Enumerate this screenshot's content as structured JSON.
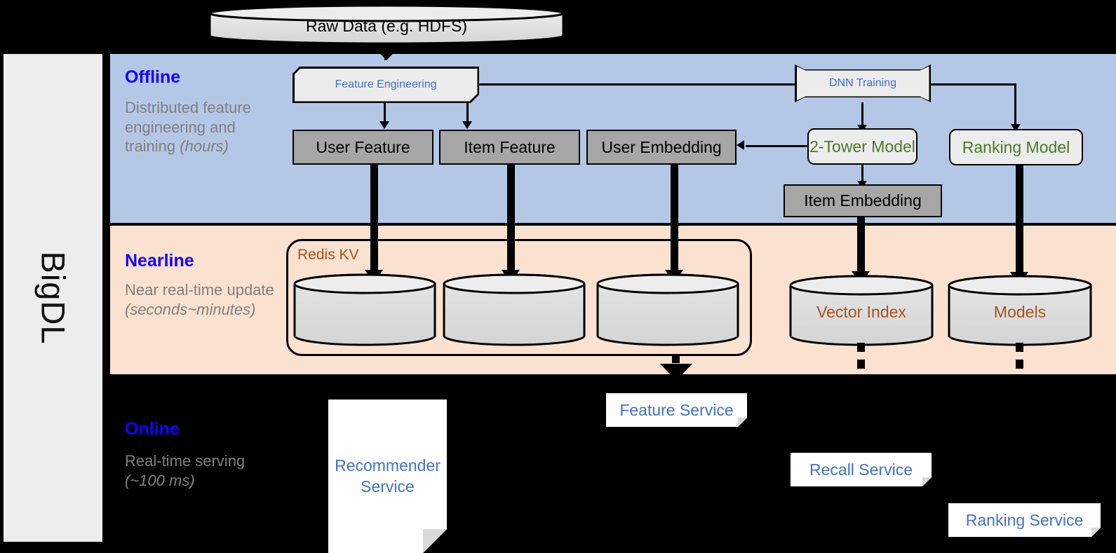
{
  "platform": {
    "name": "BigDL"
  },
  "top_source": {
    "label": "Raw Data (e.g. HDFS)"
  },
  "bands": {
    "offline": {
      "title": "Offline",
      "subtitle": "Distributed feature engineering and training ",
      "subtitle_em": "(hours)"
    },
    "nearline": {
      "title": "Nearline",
      "subtitle": "Near real-time update ",
      "subtitle_em": "(seconds~minutes)"
    },
    "online": {
      "title": "Online",
      "subtitle": "Real-time serving ",
      "subtitle_em": "(~100 ms)"
    }
  },
  "offline_nodes": {
    "feature_engineering": "Feature Engineering",
    "dnn_training": "DNN Training",
    "user_feature": "User Feature",
    "item_feature": "Item Feature",
    "user_embedding": "User Embedding",
    "two_tower_model": "2-Tower Model",
    "ranking_model": "Ranking Model",
    "item_embedding": "Item Embedding"
  },
  "nearline_nodes": {
    "redis_kv": "Redis KV",
    "store_user_feature": "",
    "store_item_feature": "",
    "store_user_embedding": "",
    "vector_index": "Vector Index",
    "models": "Models"
  },
  "online_nodes": {
    "recommender_service": "Recommender Service",
    "feature_service": "Feature Service",
    "recall_service": "Recall Service",
    "ranking_service": "Ranking Service"
  },
  "colors": {
    "offline_band": "#b4c7e7",
    "nearline_band": "#fbe2d0",
    "online_band": "#000000",
    "band_title": "#1500ff",
    "band_subtitle": "#7f7f7f",
    "blue_text": "#4472c4",
    "green_text": "#4a7a28",
    "brown_text": "#a9521b",
    "gray_store": "#a6a6a6",
    "process_fill": "#ececec",
    "sidebar": "#ededed"
  }
}
